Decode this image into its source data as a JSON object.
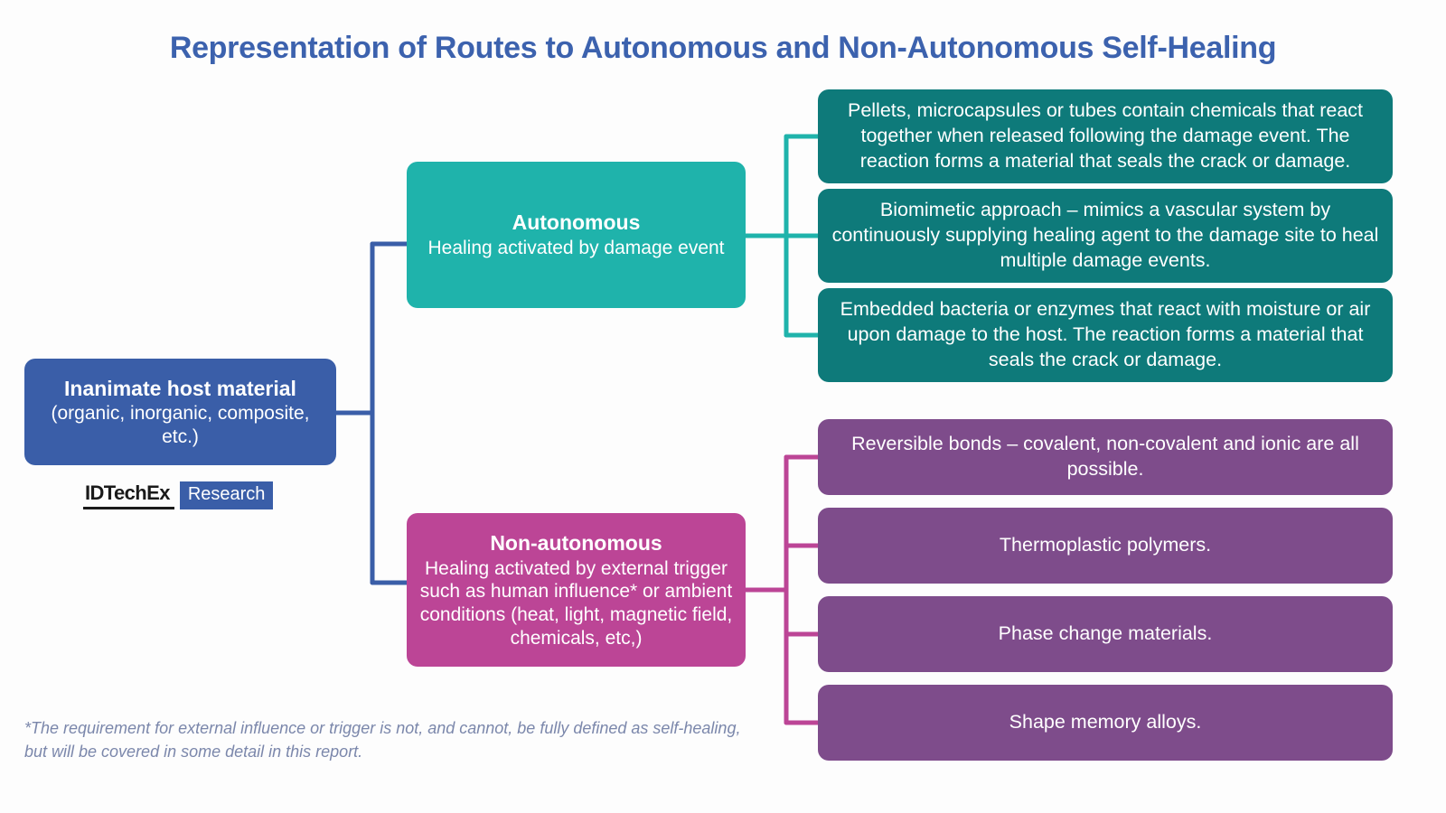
{
  "title": "Representation of Routes to Autonomous and Non-Autonomous Self-Healing",
  "colors": {
    "title_blue": "#3c62ae",
    "host_blue": "#3a5ea8",
    "autonomous_teal": "#1fb3ab",
    "autonomous_leaf_teal": "#0e7a7a",
    "nonautonomous_pink": "#bc4596",
    "nonautonomous_leaf_purple": "#7e4c8b",
    "footnote_grey_blue": "#7b87ab",
    "background": "#fdfdfd"
  },
  "host": {
    "headline": "Inanimate host material",
    "detail": "(organic, inorganic, composite, etc.)"
  },
  "branches": [
    {
      "key": "autonomous",
      "headline": "Autonomous",
      "detail": "Healing activated by damage event",
      "leaves": [
        "Pellets, microcapsules or tubes contain chemicals that react together when released following the damage event. The reaction forms a material that seals the crack or damage.",
        "Biomimetic approach – mimics a vascular system by continuously supplying healing agent to the damage site to heal multiple damage events.",
        "Embedded bacteria or enzymes that react with moisture or air upon damage to the host. The reaction forms a material that seals the crack or damage."
      ]
    },
    {
      "key": "non_autonomous",
      "headline": "Non-autonomous",
      "detail": "Healing activated by external trigger such as human influence* or ambient conditions (heat, light, magnetic field, chemicals, etc,)",
      "leaves": [
        "Reversible bonds – covalent, non-covalent and ionic are all possible.",
        "Thermoplastic polymers.",
        "Phase change materials.",
        "Shape memory alloys."
      ]
    }
  ],
  "footnote": "*The requirement for external influence or trigger is not, and cannot, be fully defined as self-healing, but will be covered in some detail in this report.",
  "logo": {
    "wordmark": "IDTechEx",
    "badge": "Research"
  }
}
